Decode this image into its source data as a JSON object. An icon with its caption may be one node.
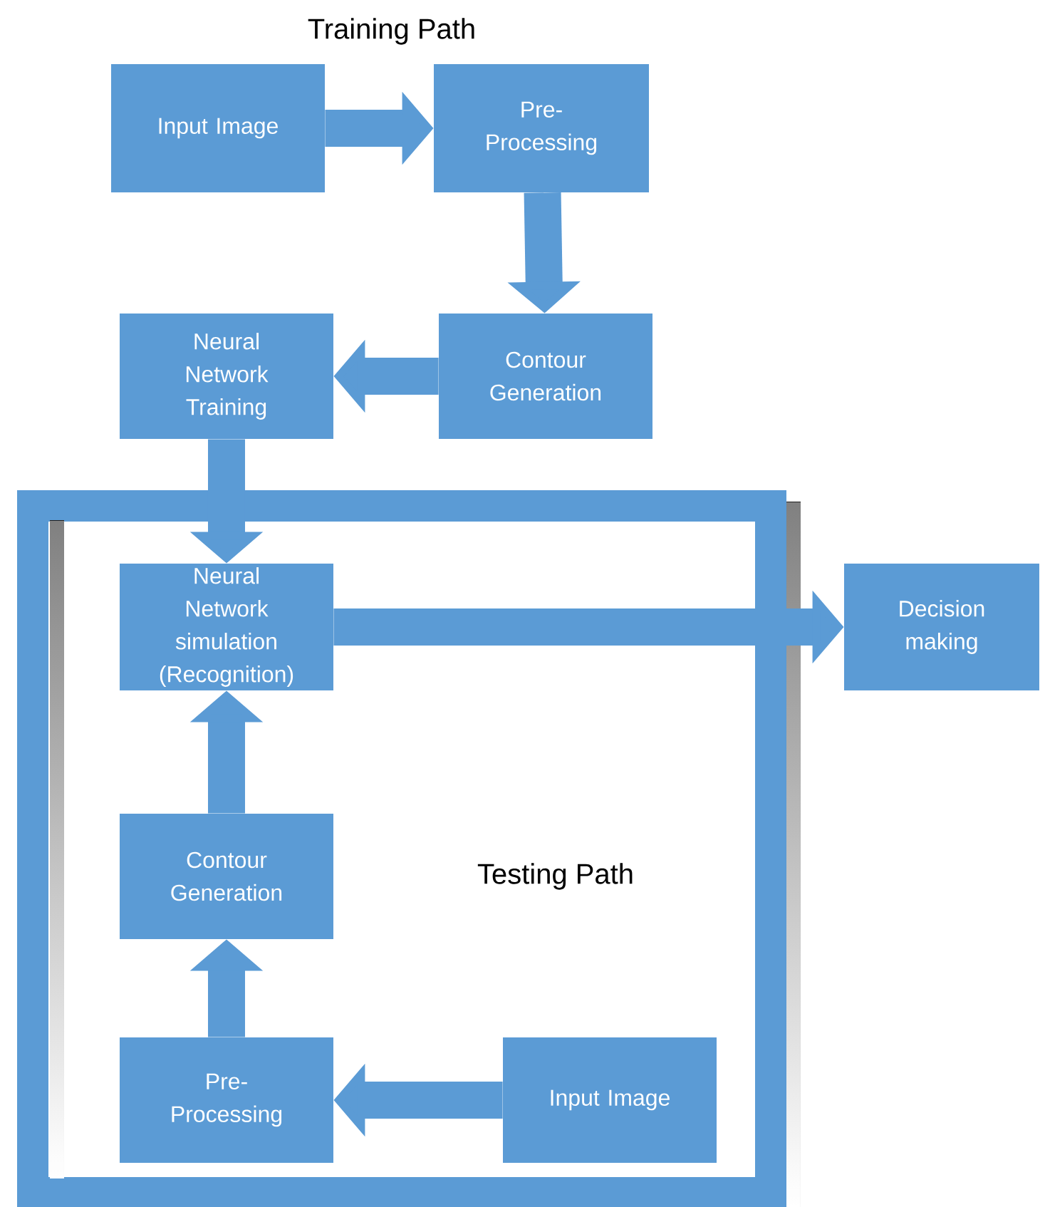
{
  "diagram": {
    "title": "Training Path",
    "nodes": [
      {
        "text": [
          "Input Image"
        ]
      },
      {
        "text": [
          "Pre-Processing"
        ]
      },
      {
        "text": [
          "Contour Generation"
        ]
      },
      {
        "text": [
          "Neural Network Training"
        ]
      },
      {
        "text": [
          "Testing Path"
        ]
      },
      {
        "text": [
          "Neural Network simulation (Recognition)"
        ],
        "in": 4
      },
      {
        "text": [
          "Decision making"
        ]
      },
      {
        "text": [
          "Contour Generation"
        ],
        "in": 4
      },
      {
        "text": [
          "Pre-Processing"
        ],
        "in": 4
      },
      {
        "text": [
          "Input Image"
        ],
        "in": 4
      }
    ],
    "edges": [
      {
        "from": 0,
        "to": 1,
        "arrow": "to"
      },
      {
        "from": 1,
        "to": 2,
        "arrow": "to"
      },
      {
        "from": 2,
        "to": 3,
        "arrow": "to"
      },
      {
        "from": 3,
        "to": 5,
        "arrow": "to"
      },
      {
        "from": 5,
        "to": 6,
        "arrow": "to"
      },
      {
        "from": 7,
        "to": 5,
        "arrow": "to"
      },
      {
        "from": 8,
        "to": 7,
        "arrow": "to"
      },
      {
        "from": 9,
        "to": 8,
        "arrow": "to"
      }
    ]
  }
}
